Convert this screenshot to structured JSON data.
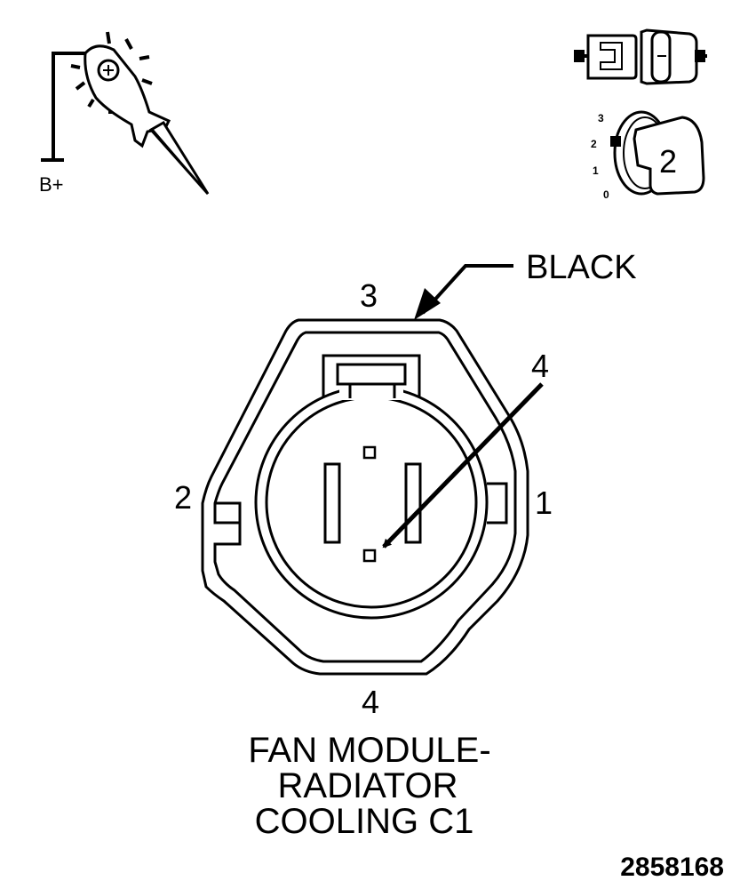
{
  "probe_icon": {
    "supply_label": "B+"
  },
  "position_icon": {
    "scale_labels": [
      "3",
      "2",
      "1",
      "0"
    ],
    "key_number": "2"
  },
  "connector": {
    "color_label": "BLACK",
    "cavity_labels": {
      "top": "3",
      "left": "2",
      "right": "1",
      "bottom": "4",
      "callout": "4"
    }
  },
  "caption_lines": [
    "FAN MODULE-",
    "RADIATOR",
    "COOLING C1"
  ],
  "figure_number": "2858168"
}
